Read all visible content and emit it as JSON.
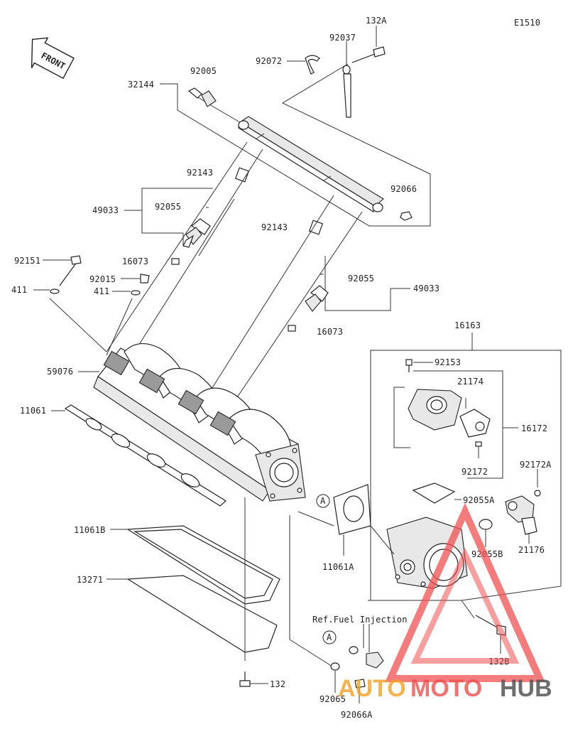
{
  "diagram_code": "E1510",
  "front_label": "FRONT",
  "ref_note": "Ref.Fuel Injection",
  "callouts": {
    "a1": "A",
    "a2": "A"
  },
  "parts": {
    "p132A": "132A",
    "p92037": "92037",
    "p92072": "92072",
    "p32144": "32144",
    "p92005": "92005",
    "p92143a": "92143",
    "p92066": "92066",
    "p49033a": "49033",
    "p92055a": "92055",
    "p92143b": "92143",
    "p92151": "92151",
    "p16073a": "16073",
    "p92015": "92015",
    "p411a": "411",
    "p411b": "411",
    "p92055b": "92055",
    "p49033b": "49033",
    "p16073b": "16073",
    "p16163": "16163",
    "p92153": "92153",
    "p59076": "59076",
    "p21174": "21174",
    "p11061": "11061",
    "p16172": "16172",
    "p92172": "92172",
    "p92172A": "92172A",
    "p92055A": "92055A",
    "p11061B": "11061B",
    "p92055B": "92055B",
    "p21176": "21176",
    "p11061A": "11061A",
    "p13271": "13271",
    "p132B": "132B",
    "p132": "132",
    "p92065": "92065",
    "p92066A": "92066A"
  },
  "watermark": {
    "auto": "AUTO",
    "moto": "MOTO",
    "hub": "HUB"
  },
  "colors": {
    "line": "#333333",
    "watermark_red": "#f05050",
    "watermark_orange": "#f5a020",
    "watermark_gray": "#555555"
  }
}
